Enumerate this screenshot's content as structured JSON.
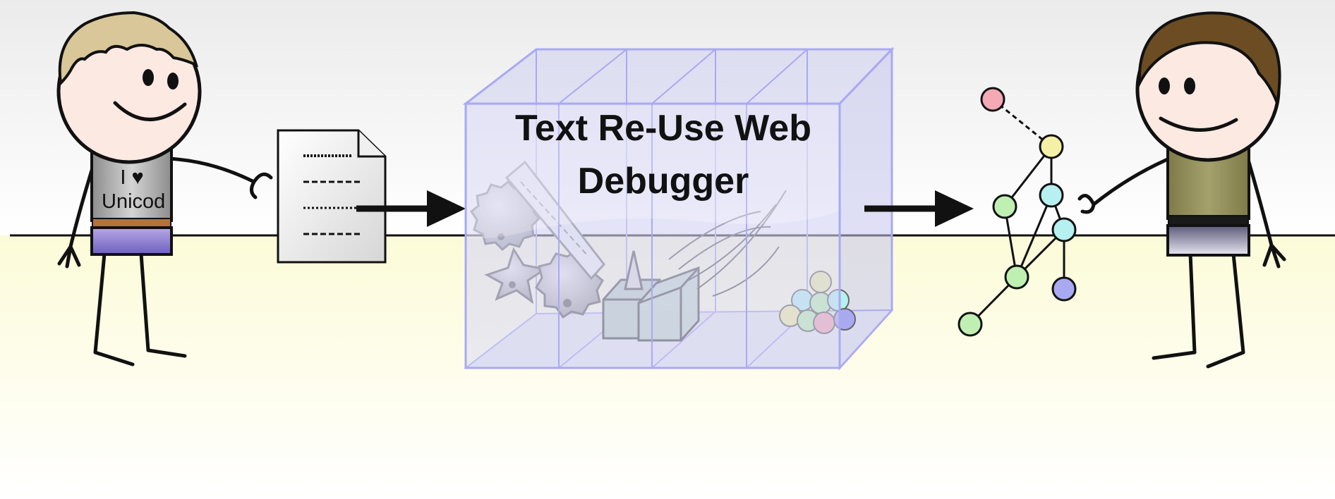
{
  "diagram": {
    "title_line1": "Text Re-Use Web",
    "title_line2": "Debugger",
    "left_person": {
      "shirt_line1": "I ♥",
      "shirt_line2": "Unicod"
    },
    "colors": {
      "floor": "#fdfce0",
      "wall_top": "#ececec",
      "box_edge": "#a9a9f2",
      "box_fill": "#c8c8f0",
      "node_red": "#f4a9b4",
      "node_yellow": "#f4f1a6",
      "node_cyan": "#b6f0f0",
      "node_green": "#bff0b2",
      "node_blue": "#a9a9f2",
      "shirt_right": "#8f8b58",
      "hair_left": "#d9c79a",
      "hair_right": "#6b4c23"
    },
    "icons": [
      "document-icon",
      "gear-icon",
      "pencil-icon",
      "prism-icon",
      "spheres-icon",
      "graph-icon",
      "arrow-icon"
    ]
  }
}
